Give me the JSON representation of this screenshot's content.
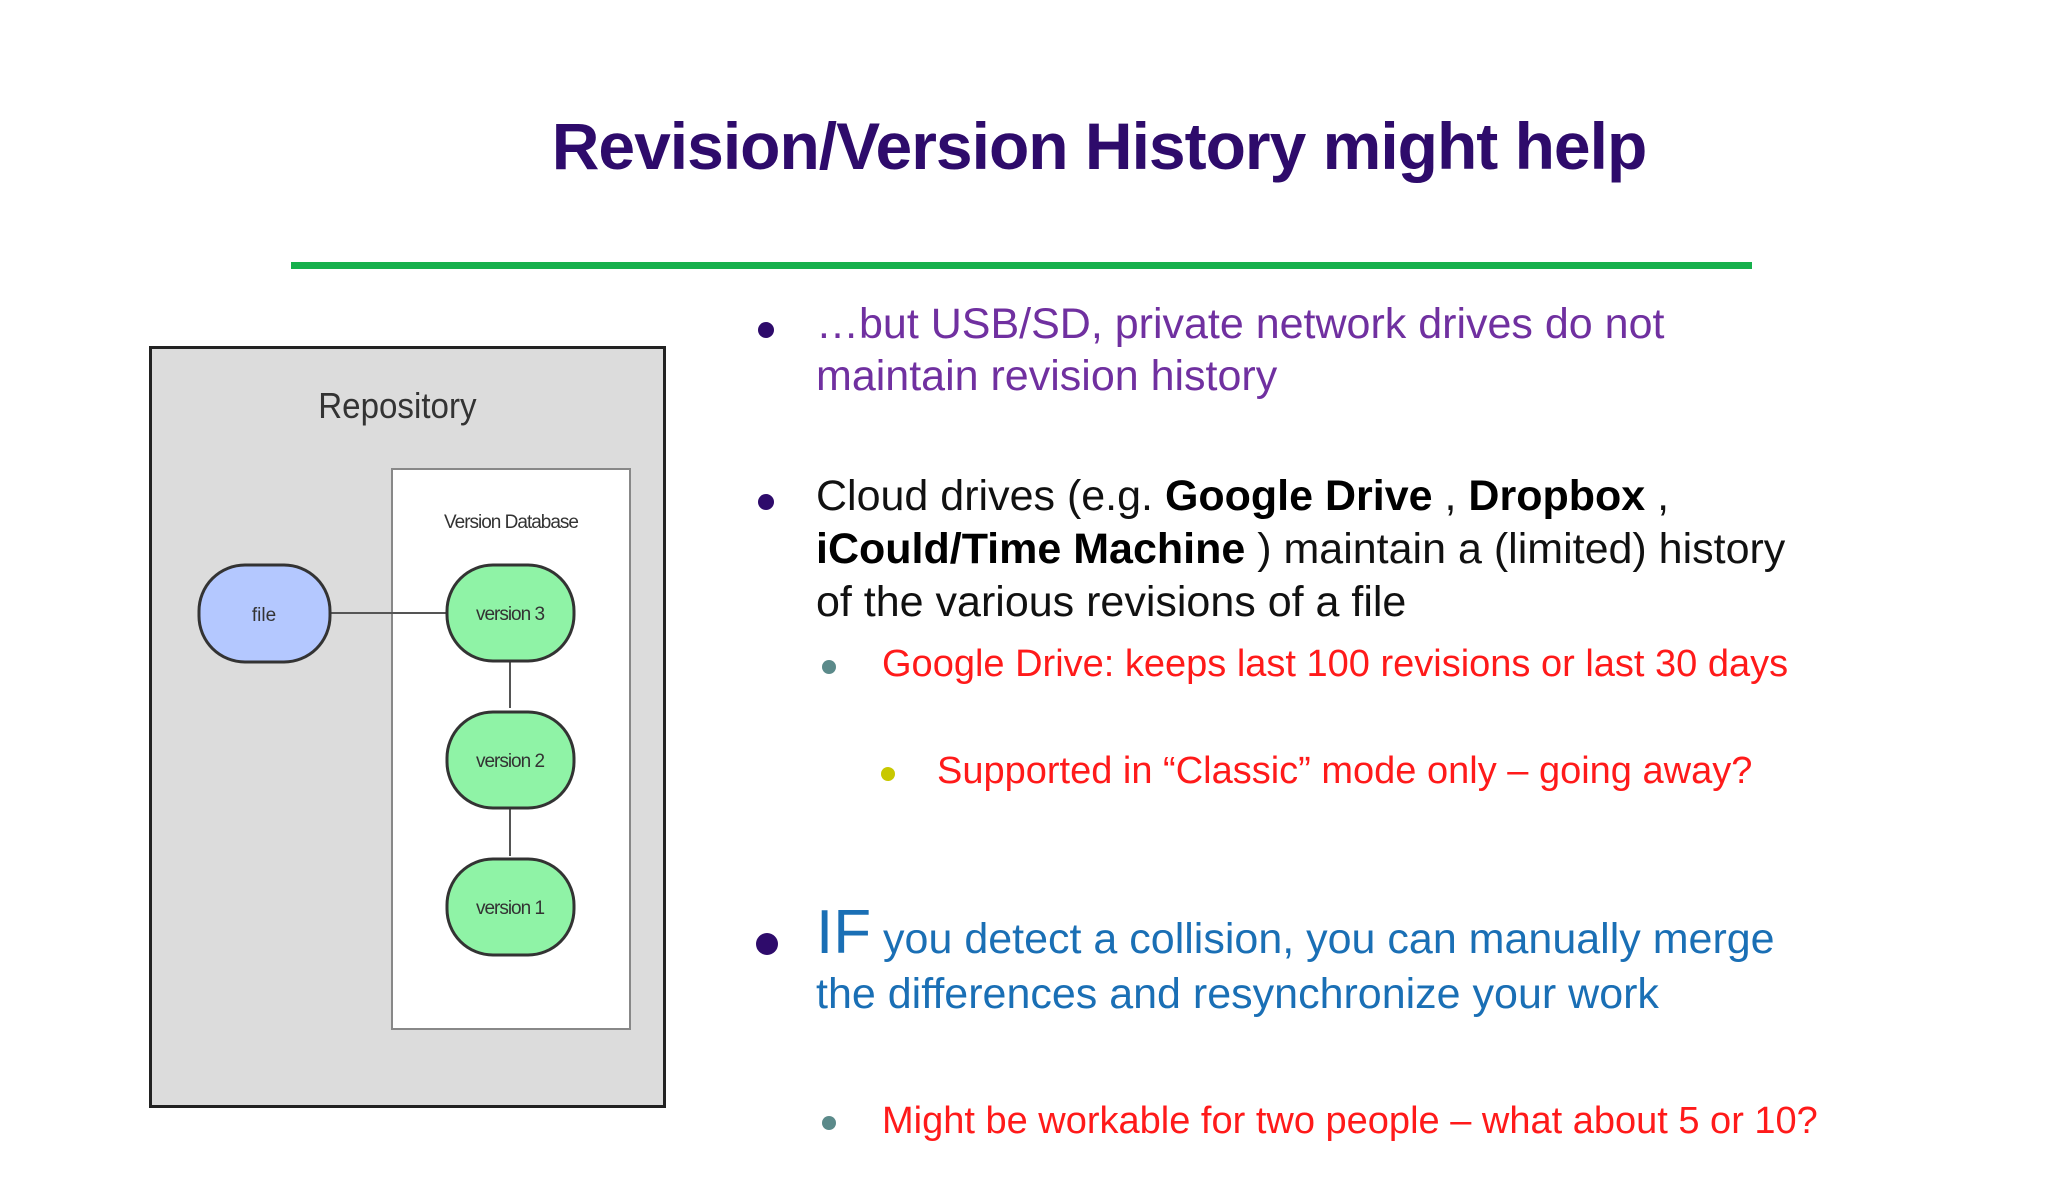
{
  "title": "Revision/Version History might help",
  "diagram": {
    "repository_label": "Repository",
    "database_label": "Version Database",
    "file_label": "file",
    "versions": [
      "version 3",
      "version 2",
      "version 1"
    ],
    "colors": {
      "file_fill": "#b4c8ff",
      "version_fill": "#8ff3a6",
      "panel_fill": "#dcdcdc"
    }
  },
  "bullets": {
    "b1": "…but USB/SD, private network drives do not maintain revision history",
    "b2": {
      "prefix": "Cloud drives (e.g. ",
      "gdrive": "Google Drive",
      "sep1": " , ",
      "dropbox": "Dropbox",
      "sep2": " , ",
      "icloud": "iCould/Time Machine",
      "suffix": "  ) maintain a (limited) history of the various revisions of a file"
    },
    "b2a": "Google Drive: keeps last 100 revisions or last 30 days",
    "b2a1": "Supported in “Classic” mode only – going away?",
    "b3": {
      "lead": "IF",
      "rest": " you detect a collision, you can manually merge the differences and resynchronize your work"
    },
    "b3a": "Might be workable for two people – what about 5 or 10?"
  },
  "colors": {
    "title": "#2e0b6b",
    "rule": "#16b04c",
    "purple_text": "#7030a0",
    "red_text": "#ff1a1a",
    "blue_text": "#1a6fb5"
  }
}
